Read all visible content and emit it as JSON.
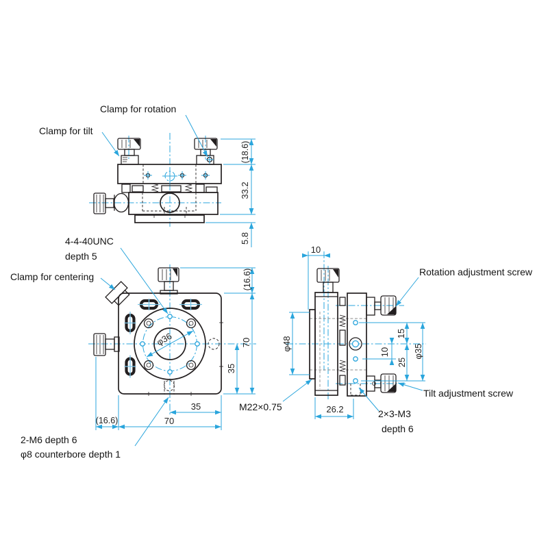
{
  "colors": {
    "line": "#231f20",
    "dimension": "#2aa5dc",
    "slot_cross": "#79c4e8",
    "text": "#141414"
  },
  "top_view": {
    "labels": {
      "clamp_rotation": "Clamp for rotation",
      "clamp_tilt": "Clamp for tilt"
    },
    "dims": {
      "knob_height": "(18.6)",
      "body_height": "33.2",
      "base_height": "5.8"
    }
  },
  "front_view": {
    "labels": {
      "unc_line1": "4-4-40UNC",
      "unc_line2": "depth 5",
      "clamp_centering": "Clamp for centering",
      "m6_line1": "2-M6 depth 6",
      "m6_line2": "φ8 counterbore depth 1",
      "thread": "M22×0.75"
    },
    "dims": {
      "bore": "φ36",
      "top_offset": "(16.6)",
      "height": "70",
      "half_height": "35",
      "half_width": "35",
      "width": "70",
      "left_offset": "(16.6)"
    }
  },
  "side_view": {
    "labels": {
      "rotation_screw": "Rotation adjustment screw",
      "tilt_screw": "Tilt adjustment screw",
      "m3_line1": "2×3-M3",
      "m3_line2": "depth 6"
    },
    "dims": {
      "flange_offset": "10",
      "flange_dia": "φ48",
      "hole_top": "15",
      "bolt_circle": "φ35",
      "hole_mid": "10",
      "hole_bottom": "25",
      "depth": "26.2"
    }
  }
}
